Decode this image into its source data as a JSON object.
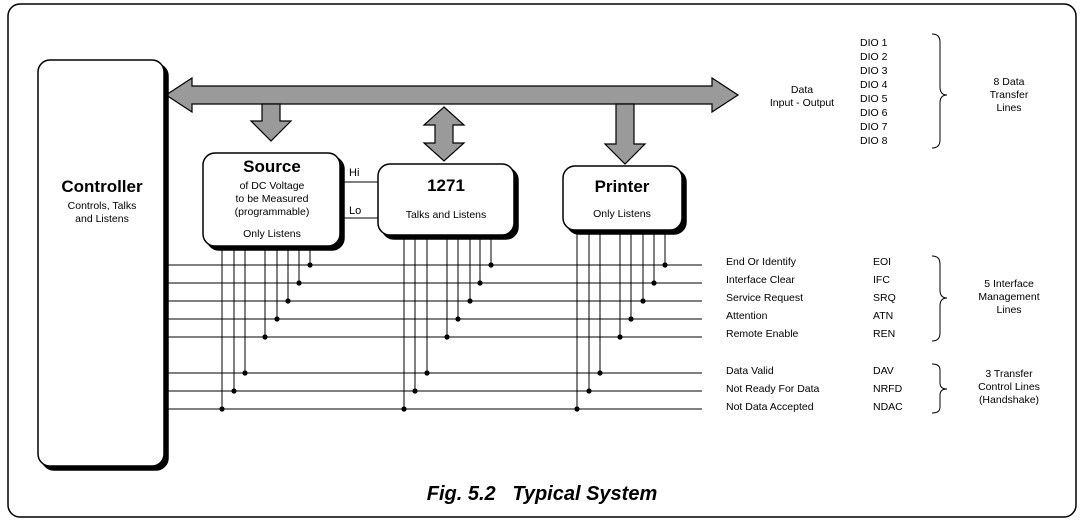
{
  "controller": {
    "title": "Controller",
    "lines": [
      "Controls, Talks",
      "and Listens"
    ]
  },
  "source": {
    "title": "Source",
    "lines": [
      "of DC Voltage",
      "to be Measured",
      "(programmable)"
    ],
    "role": "Only Listens"
  },
  "meter": {
    "title": "1271",
    "role": "Talks and Listens"
  },
  "printer": {
    "title": "Printer",
    "role": "Only Listens"
  },
  "connection": {
    "hi": "Hi",
    "lo": "Lo"
  },
  "data_bus": {
    "label_line1": "Data",
    "label_line2": "Input - Output"
  },
  "data_lines": {
    "names": [
      "DIO 1",
      "DIO 2",
      "DIO 3",
      "DIO 4",
      "DIO 5",
      "DIO 6",
      "DIO 7",
      "DIO 8"
    ],
    "group_label": [
      "8 Data",
      "Transfer",
      "Lines"
    ]
  },
  "management_lines": {
    "lines": [
      {
        "name": "End Or Identify",
        "abbr": "EOI"
      },
      {
        "name": "Interface Clear",
        "abbr": "IFC"
      },
      {
        "name": "Service Request",
        "abbr": "SRQ"
      },
      {
        "name": "Attention",
        "abbr": "ATN"
      },
      {
        "name": "Remote Enable",
        "abbr": "REN"
      }
    ],
    "group_label": [
      "5 Interface",
      "Management",
      "Lines"
    ]
  },
  "transfer_lines": {
    "lines": [
      {
        "name": "Data Valid",
        "abbr": "DAV"
      },
      {
        "name": "Not Ready For Data",
        "abbr": "NRFD"
      },
      {
        "name": "Not Data Accepted",
        "abbr": "NDAC"
      }
    ],
    "group_label": [
      "3 Transfer",
      "Control Lines",
      "(Handshake)"
    ]
  },
  "caption": "Fig. 5.2   Typical System"
}
